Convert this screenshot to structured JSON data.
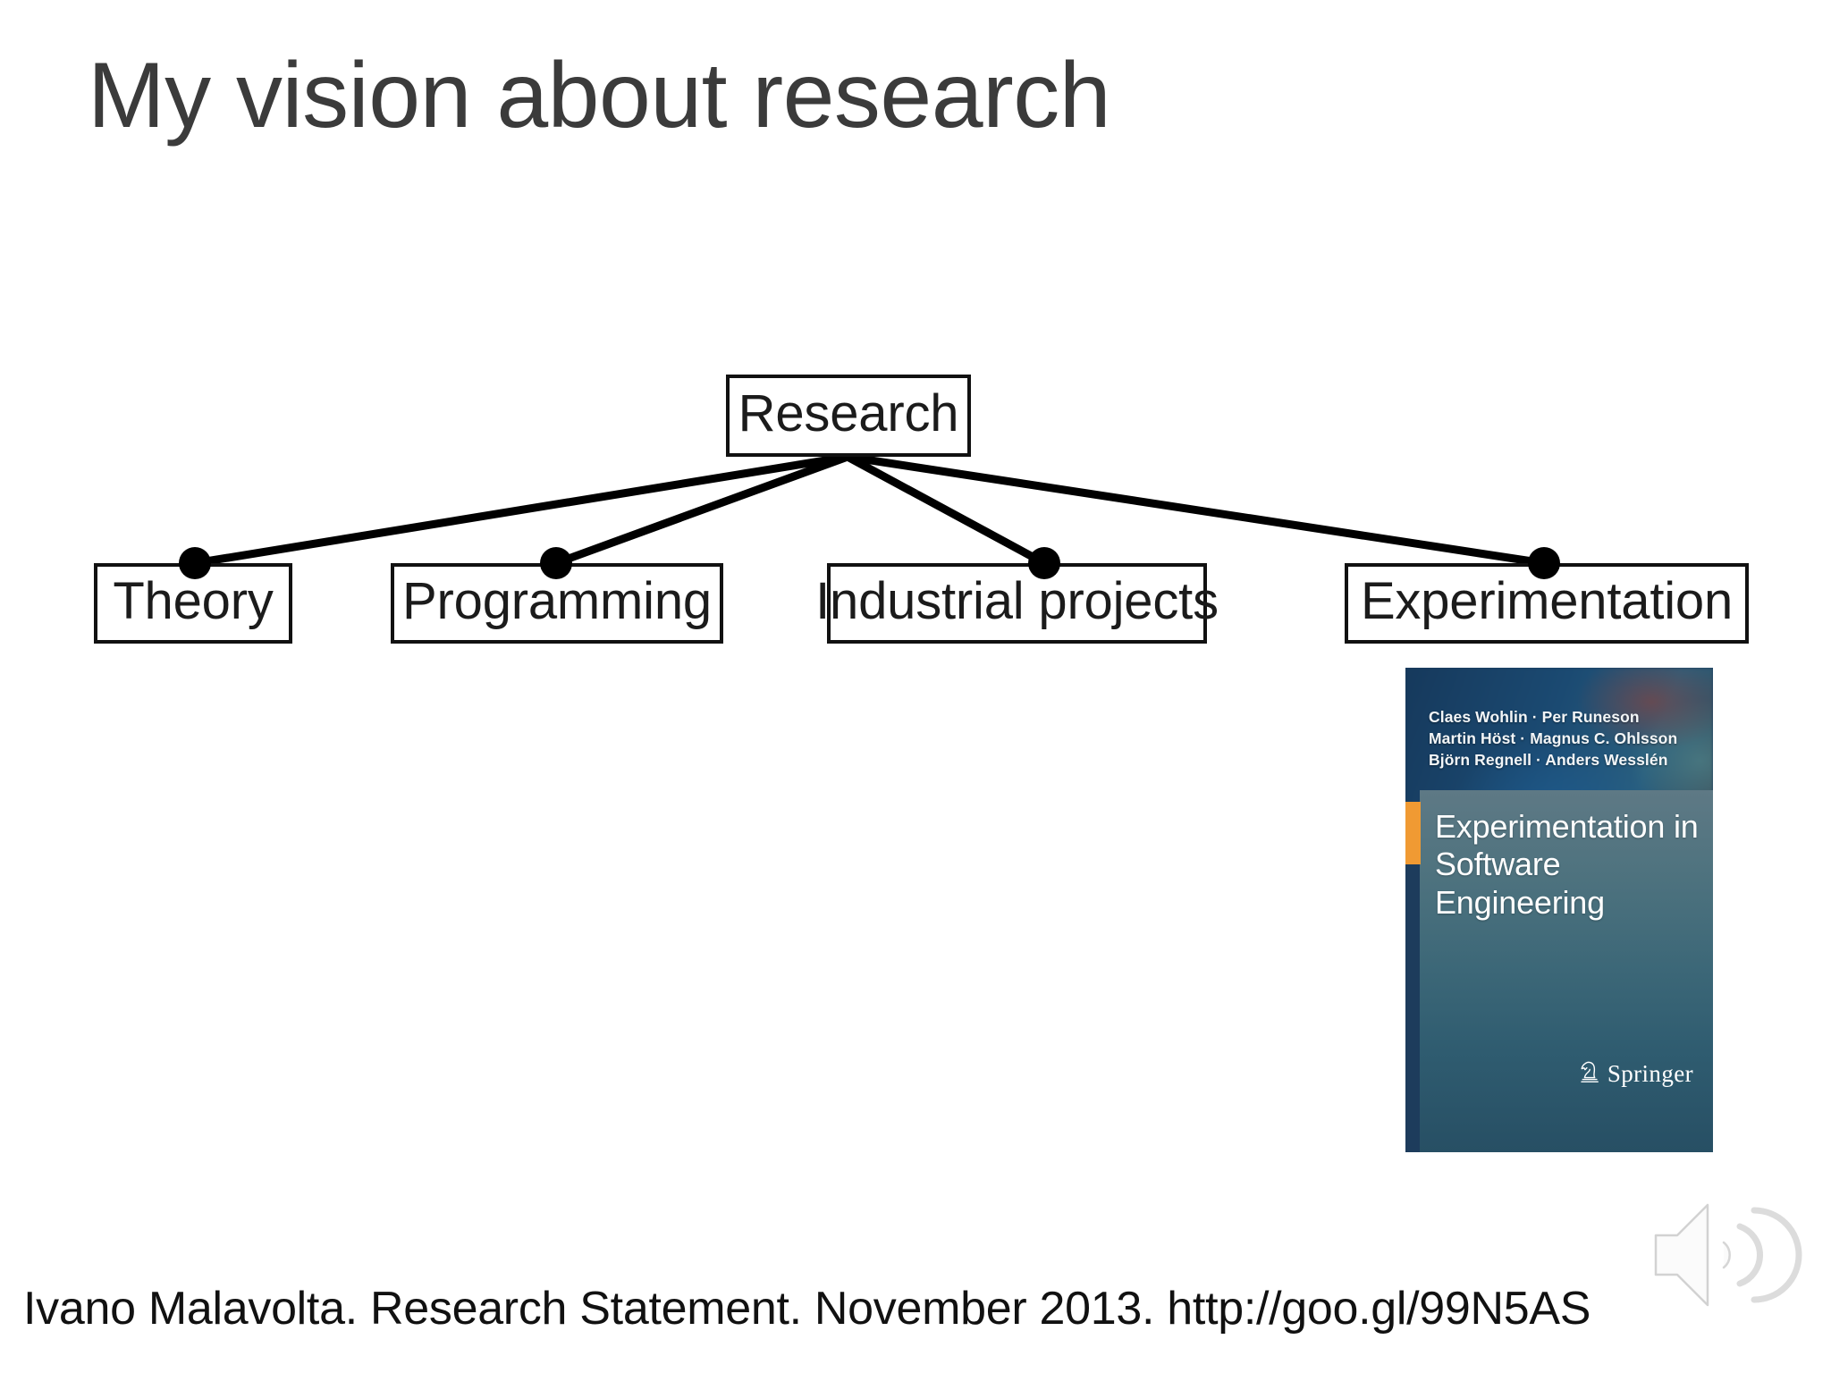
{
  "slide": {
    "title": "My vision about research",
    "title_color": "#3b3b3b",
    "background_color": "#ffffff"
  },
  "diagram": {
    "root": {
      "label": "Research"
    },
    "children": [
      {
        "label": "Theory"
      },
      {
        "label": "Programming"
      },
      {
        "label": "Industrial projects"
      },
      {
        "label": "Experimentation"
      }
    ],
    "edge_color": "#000000",
    "node_border_color": "#111111"
  },
  "book": {
    "authors_line_1": "Claes Wohlin · Per Runeson",
    "authors_line_2": "Martin Höst · Magnus C. Ohlsson",
    "authors_line_3": "Björn Regnell · Anders Wesslén",
    "title_line_1": "Experimentation in",
    "title_line_2": "Software",
    "title_line_3": "Engineering",
    "publisher": "Springer",
    "accent_color": "#f09a33",
    "cover_color": "#2f5c70"
  },
  "audio": {
    "icon": "speaker-icon",
    "color": "#e8e8e8"
  },
  "footer": {
    "credit": "Ivano Malavolta. Research Statement. November 2013. http://goo.gl/99N5AS"
  }
}
